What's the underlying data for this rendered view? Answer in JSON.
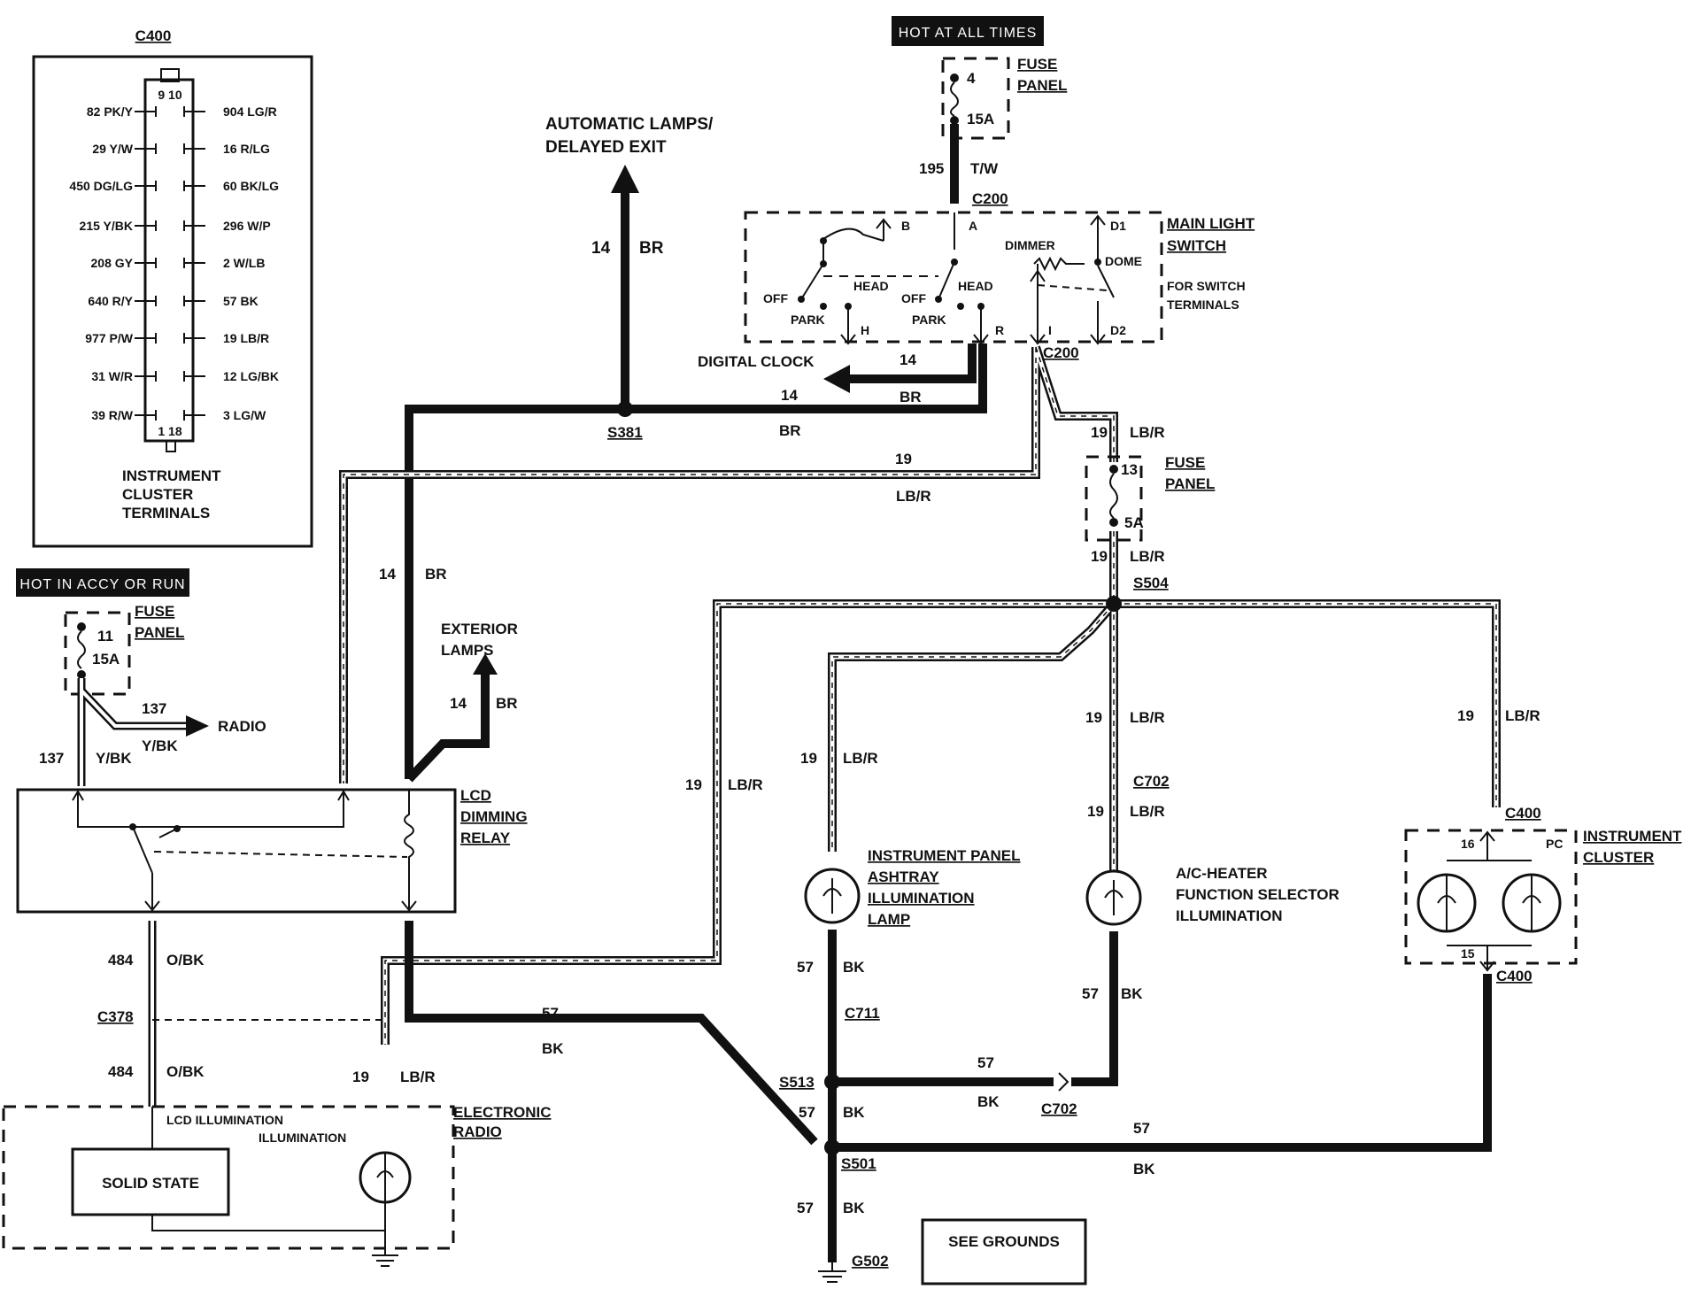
{
  "connector_panel": {
    "title": "C400",
    "top_pins": "9 10",
    "bottom_pins": "1 18",
    "caption_lines": [
      "INSTRUMENT",
      "CLUSTER",
      "TERMINALS"
    ],
    "left_pins": [
      "82 PK/Y",
      "29 Y/W",
      "450 DG/LG",
      "215 Y/BK",
      "208 GY",
      "640 R/Y",
      "977 P/W",
      "31 W/R",
      "39 R/W"
    ],
    "right_pins": [
      "904 LG/R",
      "16 R/LG",
      "60 BK/LG",
      "296 W/P",
      "2 W/LB",
      "57 BK",
      "19 LB/R",
      "12 LG/BK",
      "3 LG/W"
    ]
  },
  "badges": {
    "hot_all": "HOT AT ALL TIMES",
    "hot_accy": "HOT IN ACCY OR RUN"
  },
  "fuses": {
    "top": {
      "num": "4",
      "amp": "15A",
      "label_lines": [
        "FUSE",
        "PANEL"
      ]
    },
    "mid": {
      "num": "13",
      "amp": "5A",
      "label_lines": [
        "FUSE",
        "PANEL"
      ]
    },
    "left": {
      "num": "11",
      "amp": "15A",
      "label_lines": [
        "FUSE",
        "PANEL"
      ]
    }
  },
  "main_switch": {
    "label_lines": [
      "MAIN LIGHT",
      "SWITCH"
    ],
    "note_lines": [
      "FOR SWITCH",
      "TERMINALS"
    ],
    "terminals": {
      "b": "B",
      "a": "A",
      "d1": "D1",
      "h": "H",
      "r": "R",
      "i": "I",
      "d2": "D2"
    },
    "texts": {
      "dimmer": "DIMMER",
      "dome": "DOME",
      "head": "HEAD",
      "off": "OFF",
      "park": "PARK"
    }
  },
  "wires": {
    "c195": "195",
    "tw": "T/W",
    "n14": "14",
    "br": "BR",
    "n19": "19",
    "lbr": "LB/R",
    "n57": "57",
    "bk": "BK",
    "n484": "484",
    "obk": "O/BK",
    "n137": "137",
    "ybk": "Y/BK"
  },
  "connectors": {
    "c200": "C200",
    "s381": "S381",
    "s504": "S504",
    "c702": "C702",
    "c400": "C400",
    "c711": "C711",
    "s513": "S513",
    "s501": "S501",
    "g502": "G502",
    "c378": "C378"
  },
  "dests": {
    "auto_lamps": [
      "AUTOMATIC LAMPS/",
      "DELAYED EXIT"
    ],
    "digital_clock": "DIGITAL CLOCK",
    "exterior": [
      "EXTERIOR",
      "LAMPS"
    ],
    "radio": "RADIO"
  },
  "components": {
    "lcd_relay": [
      "LCD",
      "DIMMING",
      "RELAY"
    ],
    "ashtray": [
      "INSTRUMENT PANEL",
      "ASHTRAY",
      "ILLUMINATION",
      "LAMP"
    ],
    "ac_heater": [
      "A/C-HEATER",
      "FUNCTION SELECTOR",
      "ILLUMINATION"
    ],
    "cluster": [
      "INSTRUMENT",
      "CLUSTER"
    ],
    "cluster_pins": {
      "p16": "16",
      "p15": "15",
      "pc": "PC"
    },
    "radio": [
      "ELECTRONIC",
      "RADIO"
    ],
    "radio_inner": [
      "LCD ILLUMINATION",
      "ILLUMINATION"
    ],
    "solid_state": "SOLID STATE",
    "see_grounds": "SEE GROUNDS"
  }
}
